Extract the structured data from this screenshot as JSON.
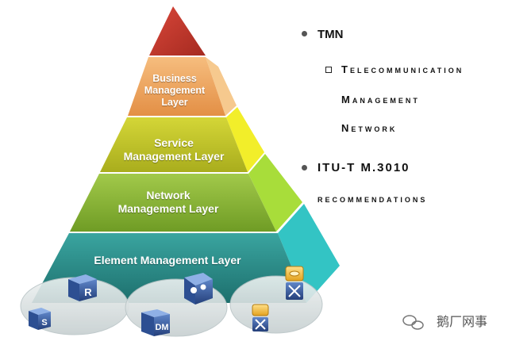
{
  "pyramid": {
    "layers": [
      {
        "label": "Business\nManagement\nLayer",
        "color": "#f0a862"
      },
      {
        "label": "Service\nManagement Layer",
        "color": "#c6c92c"
      },
      {
        "label": "Network\nManagement Layer",
        "color": "#8fb93a"
      },
      {
        "label": "Element Management Layer",
        "color": "#2a8f8b"
      }
    ],
    "apex_color": "#c0392b",
    "side_colors": [
      "#f6c98e",
      "#f2ee2a",
      "#a8dd3a",
      "#33c4c4"
    ]
  },
  "right_panel": {
    "item1_title": "TMN",
    "item1_sub_line1": "Telecommunication",
    "item1_sub_line2": "Management",
    "item1_sub_line3": "Network",
    "item2_title": "ITU-T M.3010",
    "item2_line2": "recommendations"
  },
  "device_icons": [
    "router-icon",
    "gear-cube-icon",
    "switch-cube-icon",
    "server-icon",
    "switch-module-icon",
    "mux-cube-icon"
  ],
  "icon_labels": {
    "router": "R",
    "server": "S",
    "mux": "DM"
  },
  "watermark": "鹅厂网事"
}
